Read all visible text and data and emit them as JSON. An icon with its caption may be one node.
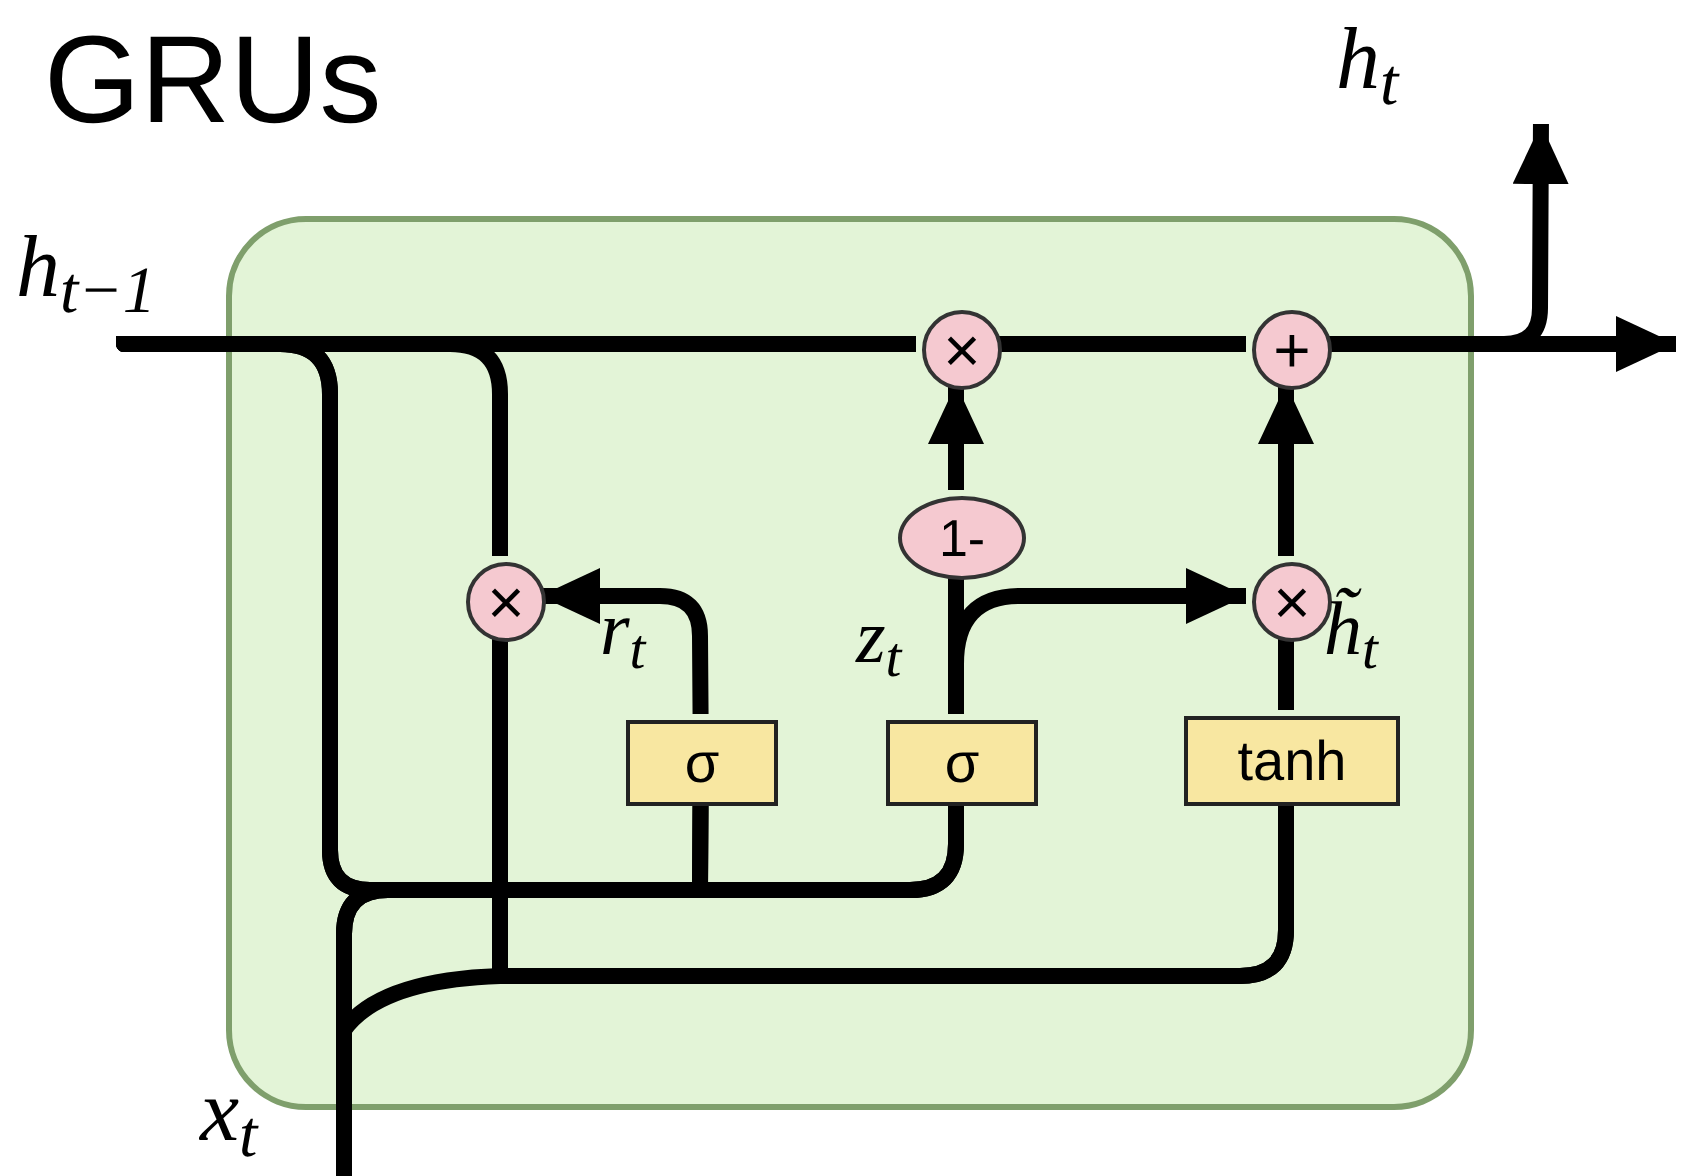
{
  "diagram": {
    "title": "GRUs",
    "nodes": [
      {
        "text": [],
        "shape": "box"
      },
      {
        "text": [
          "h$_{t−1}$"
        ]
      },
      {
        "text": [
          "h$_{t}$"
        ]
      },
      {
        "text": [
          "×"
        ],
        "in": 0
      },
      {
        "text": [
          "+"
        ],
        "in": 0
      },
      {
        "text": [
          "×"
        ],
        "in": 0
      },
      {
        "text": [
          "1-"
        ],
        "in": 0
      },
      {
        "text": [
          "×"
        ],
        "in": 0
      },
      {
        "text": [
          "σ"
        ],
        "in": 0
      },
      {
        "text": [
          "σ"
        ],
        "in": 0
      },
      {
        "text": [
          "tanh"
        ],
        "in": 0
      },
      {
        "text": [
          "x$_{t}$"
        ]
      }
    ],
    "edges": [
      {
        "from": 1,
        "to": 3,
        "arrow": "none"
      },
      {
        "from": 3,
        "to": 4,
        "arrow": "none"
      },
      {
        "from": 4,
        "to": null,
        "arrow": "to"
      },
      {
        "from": 4,
        "to": 2,
        "arrow": "to"
      },
      {
        "from": 1,
        "to": 5,
        "arrow": "none"
      },
      {
        "from": 1,
        "to": 8,
        "arrow": "none"
      },
      {
        "from": 1,
        "to": 9,
        "arrow": "none"
      },
      {
        "from": 11,
        "to": 8,
        "arrow": "none"
      },
      {
        "from": 11,
        "to": 9,
        "arrow": "none"
      },
      {
        "from": 11,
        "to": 10,
        "arrow": "none"
      },
      {
        "from": 5,
        "to": 10,
        "arrow": "none"
      },
      {
        "from": 8,
        "to": 5,
        "arrow": "to",
        "label": "r$_{t}$"
      },
      {
        "from": 9,
        "to": 6,
        "arrow": "none",
        "label": "z$_{t}$"
      },
      {
        "from": 6,
        "to": 3,
        "arrow": "to"
      },
      {
        "from": 9,
        "to": 7,
        "arrow": "to"
      },
      {
        "from": 10,
        "to": 7,
        "arrow": "none",
        "label": "h̃$_{t}$"
      },
      {
        "from": 7,
        "to": 4,
        "arrow": "to"
      }
    ]
  }
}
